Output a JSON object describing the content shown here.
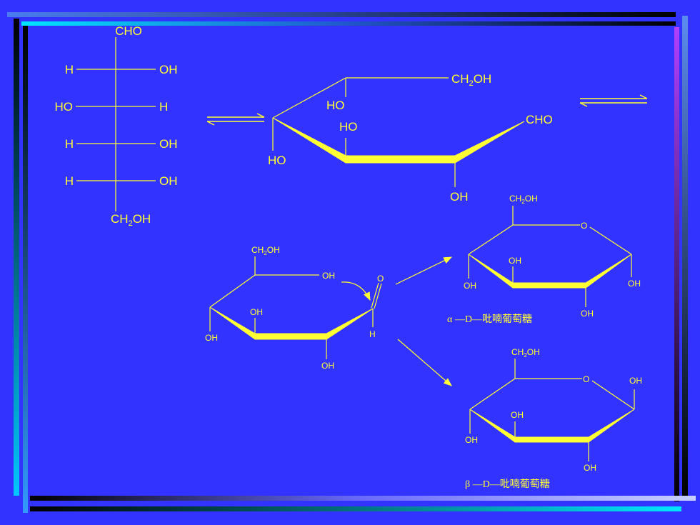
{
  "colors": {
    "background": "#3333ff",
    "structure": "#ffff33"
  },
  "fischer": {
    "top": "CHO",
    "rows": [
      {
        "left": "H",
        "right": "OH"
      },
      {
        "left": "HO",
        "right": "H"
      },
      {
        "left": "H",
        "right": "OH"
      },
      {
        "left": "H",
        "right": "OH"
      }
    ],
    "bottom_base": "CH",
    "bottom_sub": "2",
    "bottom_tail": "OH"
  },
  "openchain": {
    "ch2oh_base": "CH",
    "ch2oh_sub": "2",
    "ch2oh_tail": "OH",
    "ho_top": "HO",
    "ho_mid": "HO",
    "ho_left": "HO",
    "cho": "CHO",
    "oh": "OH"
  },
  "intermediate": {
    "ch2oh_base": "CH",
    "ch2oh_sub": "2",
    "ch2oh_tail": "OH",
    "oh_right": "OH",
    "o": "O",
    "oh_inner": "OH",
    "oh_left": "OH",
    "h": "H",
    "oh_bottom": "OH"
  },
  "alpha": {
    "ch2oh_base": "CH",
    "ch2oh_sub": "2",
    "ch2oh_tail": "OH",
    "o": "O",
    "oh_inner": "OH",
    "oh_left": "OH",
    "oh_right": "OH",
    "oh_bottom": "OH",
    "caption": "α —D—吡喃葡萄糖"
  },
  "beta": {
    "ch2oh_base": "CH",
    "ch2oh_sub": "2",
    "ch2oh_tail": "OH",
    "o": "O",
    "oh_right": "OH",
    "oh_inner": "OH",
    "oh_left": "OH",
    "oh_bottom": "OH",
    "caption": "β —D—吡喃葡萄糖"
  }
}
